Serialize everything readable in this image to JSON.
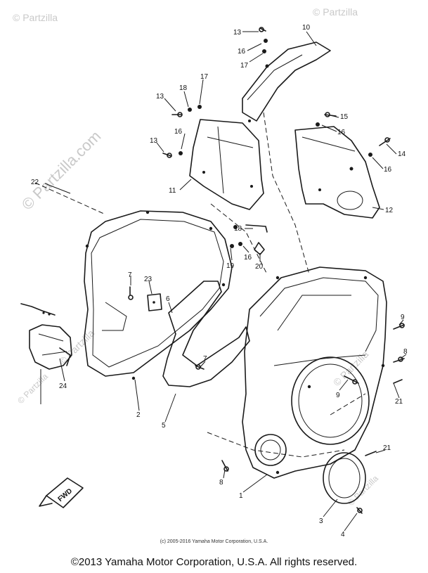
{
  "watermarks": {
    "brand": "© Partzilla.com",
    "brand_short": "© Partzilla"
  },
  "labels": {
    "1": "1",
    "2": "2",
    "3": "3",
    "4": "4",
    "5": "5",
    "6": "6",
    "7": "7",
    "8": "8",
    "9": "9",
    "10": "10",
    "11": "11",
    "12": "12",
    "13": "13",
    "14": "14",
    "15": "15",
    "16": "16",
    "17": "17",
    "18": "18",
    "19": "19",
    "20": "20",
    "21": "21",
    "22": "22",
    "23": "23",
    "24": "24"
  },
  "direction_mark": "FWD",
  "footer": {
    "small": "(c) 2005-2016 Yamaha Motor Corporation, U.S.A.",
    "main": "©2013 Yamaha Motor Corporation, U.S.A. All rights reserved."
  },
  "colors": {
    "ink": "#1a1a1a",
    "watermark": "#c9c9c9",
    "background": "#ffffff"
  }
}
